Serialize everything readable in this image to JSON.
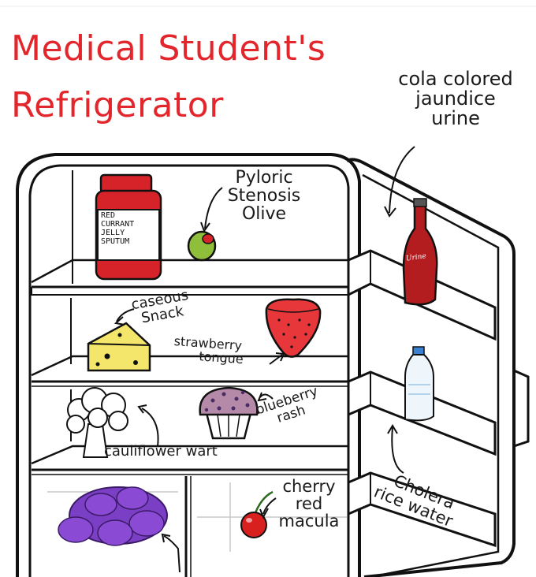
{
  "title": {
    "line1": "Medical Student's",
    "line2": "Refrigerator"
  },
  "labels": {
    "cola": [
      "cola colored",
      "jaundice",
      "urine"
    ],
    "pyloric": [
      "Pyloric",
      "Stenosis",
      "Olive"
    ],
    "caseous": [
      "caseous",
      "Snack"
    ],
    "strawberry": [
      "strawberry",
      "tongue"
    ],
    "blueberry": [
      "blueberry",
      "rash"
    ],
    "cauliflower": "cauliflower wart",
    "cherry": [
      "cherry",
      "red",
      "macula"
    ],
    "cholera": [
      "Cholera",
      "rice water"
    ]
  },
  "jar_label": [
    "RED",
    "CURRANT",
    "JELLY",
    "SPUTUM"
  ],
  "bottle_label": "Urine",
  "colors": {
    "title": "#e2262c",
    "jar": "#d6232a",
    "olive": "#8fbf3a",
    "cheese": "#f4e66a",
    "strawberry": "#e8373a",
    "muffin": "#b58aa8",
    "grapes": "#7a3fc4",
    "cherry": "#d8201f",
    "cola": "#b31d1f"
  }
}
